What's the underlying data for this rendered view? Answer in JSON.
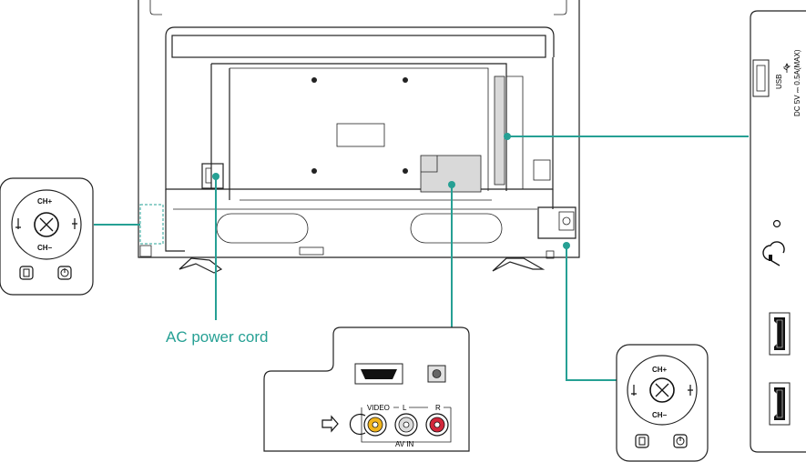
{
  "labels": {
    "power_cord": "AC power cord",
    "video": "VIDEO",
    "left": "L",
    "right": "R",
    "av_in": "AV IN",
    "usb": "USB",
    "usb_rating": "DC 5V ⎓ 0.5A(MAX)"
  },
  "control_panel": {
    "ch_up": "CH+",
    "ch_down": "CH−"
  },
  "colors": {
    "callout": "#26a094",
    "rca_video": "#f2b51c",
    "rca_left": "#dddddd",
    "rca_right": "#d3273b"
  },
  "icons": [
    "usb-icon",
    "headphone-icon",
    "hdmi-icon",
    "power-icon",
    "input-icon",
    "joystick-icon",
    "optical-icon"
  ]
}
